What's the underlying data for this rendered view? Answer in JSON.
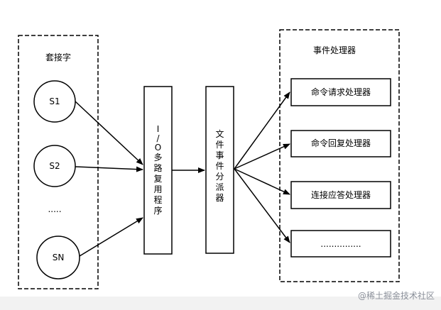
{
  "colors": {
    "stroke": "#000000",
    "background": "#ffffff",
    "watermark": "#8a8f99",
    "bottom_band": "#f2f2f2"
  },
  "sockets_group": {
    "title": "套接字",
    "items": [
      "S1",
      "S2",
      ".....",
      "SN"
    ]
  },
  "io_multiplexer": {
    "chars": [
      "I",
      "/",
      "O",
      "多",
      "路",
      "复",
      "用",
      "程",
      "序"
    ]
  },
  "event_dispatcher": {
    "chars": [
      "文",
      "件",
      "事",
      "件",
      "分",
      "派",
      "器"
    ]
  },
  "handlers_group": {
    "title": "事件处理器",
    "items": [
      "命令请求处理器",
      "命令回复处理器",
      "连接应答处理器",
      "..............."
    ]
  },
  "watermark": "@稀土掘金技术社区"
}
